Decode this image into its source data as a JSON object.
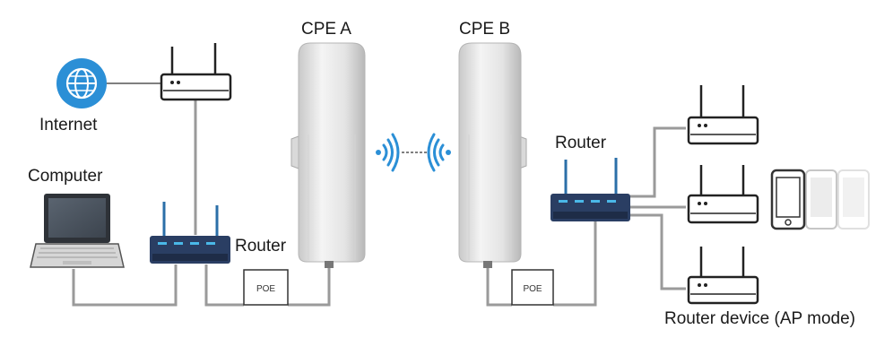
{
  "labels": {
    "internet": "Internet",
    "computer": "Computer",
    "router_left": "Router",
    "cpe_a": "CPE A",
    "cpe_b": "CPE B",
    "router_right": "Router",
    "router_devices": "Router device (AP mode)"
  },
  "poe_boxes": {
    "left": "POE",
    "right": "POE"
  },
  "icons": {
    "internet": "globe-icon",
    "wifi_left": "wifi-signal-icon",
    "wifi_right": "wifi-signal-icon",
    "phones": "smartphone-icon"
  },
  "colors": {
    "globe": "#2b8fd6",
    "switch_body": "#2a3e63",
    "cpe_body": "#e6e6e6",
    "wifi": "#2b8fd6",
    "cable": "#9a9a9a"
  }
}
